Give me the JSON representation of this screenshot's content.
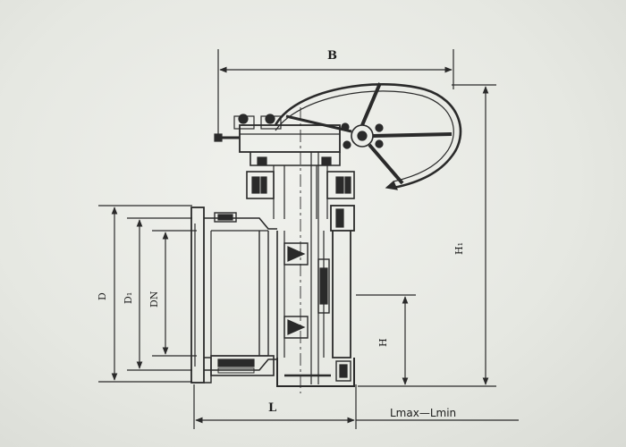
{
  "diagram": {
    "labels": {
      "B": "B",
      "H1": "H₁",
      "H": "H",
      "D": "D",
      "D1": "D₁",
      "DN": "DN",
      "L": "L",
      "Lrange": "Lmax—Lmin"
    },
    "colors": {
      "ink": "#2a2a2a",
      "paper": "#e9ebe6"
    }
  }
}
